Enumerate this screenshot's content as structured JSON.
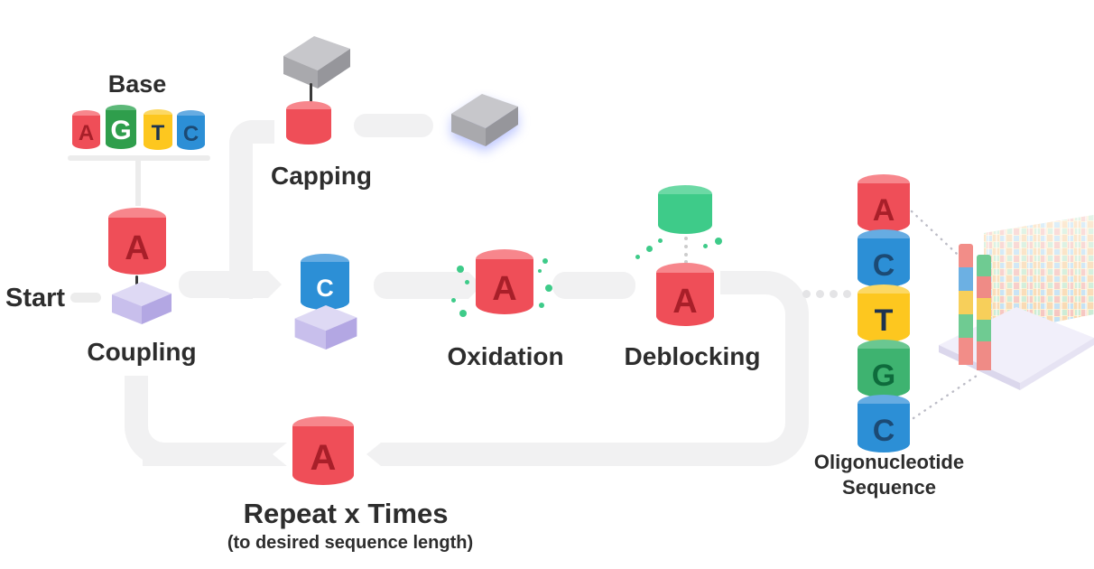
{
  "base_group": {
    "label": "Base",
    "bases": [
      {
        "letter": "A",
        "color": "#ef4e58"
      },
      {
        "letter": "G",
        "color": "#2f9e4c"
      },
      {
        "letter": "T",
        "color": "#fdc71f"
      },
      {
        "letter": "C",
        "color": "#2c8fd6"
      }
    ]
  },
  "start_label": "Start",
  "steps": {
    "coupling": {
      "label": "Coupling",
      "cylinder_letter": "A"
    },
    "capping": {
      "label": "Capping"
    },
    "oxidation": {
      "label": "Oxidation",
      "cylinder_letter": "A"
    },
    "deblocking": {
      "label": "Deblocking",
      "cylinder_letter": "A"
    },
    "support_cylinder_letter": "C"
  },
  "repeat": {
    "label": "Repeat x Times",
    "note": "(to desired sequence length)",
    "cylinder_letter": "A"
  },
  "output": {
    "label_line1": "Oligonucleotide",
    "label_line2": "Sequence",
    "sequence": [
      "A",
      "C",
      "T",
      "G",
      "C"
    ]
  },
  "colors": {
    "adenine_red": "#ef4e58",
    "guanine_green": "#2f9e4c",
    "thymine_yellow": "#fdc71f",
    "cytosine_blue": "#2c8fd6",
    "deblock_green": "#3ecb89",
    "flow_gray": "#f1f1f2",
    "support_purple": "#c8bfec",
    "cap_gray": "#a9a9ad"
  }
}
